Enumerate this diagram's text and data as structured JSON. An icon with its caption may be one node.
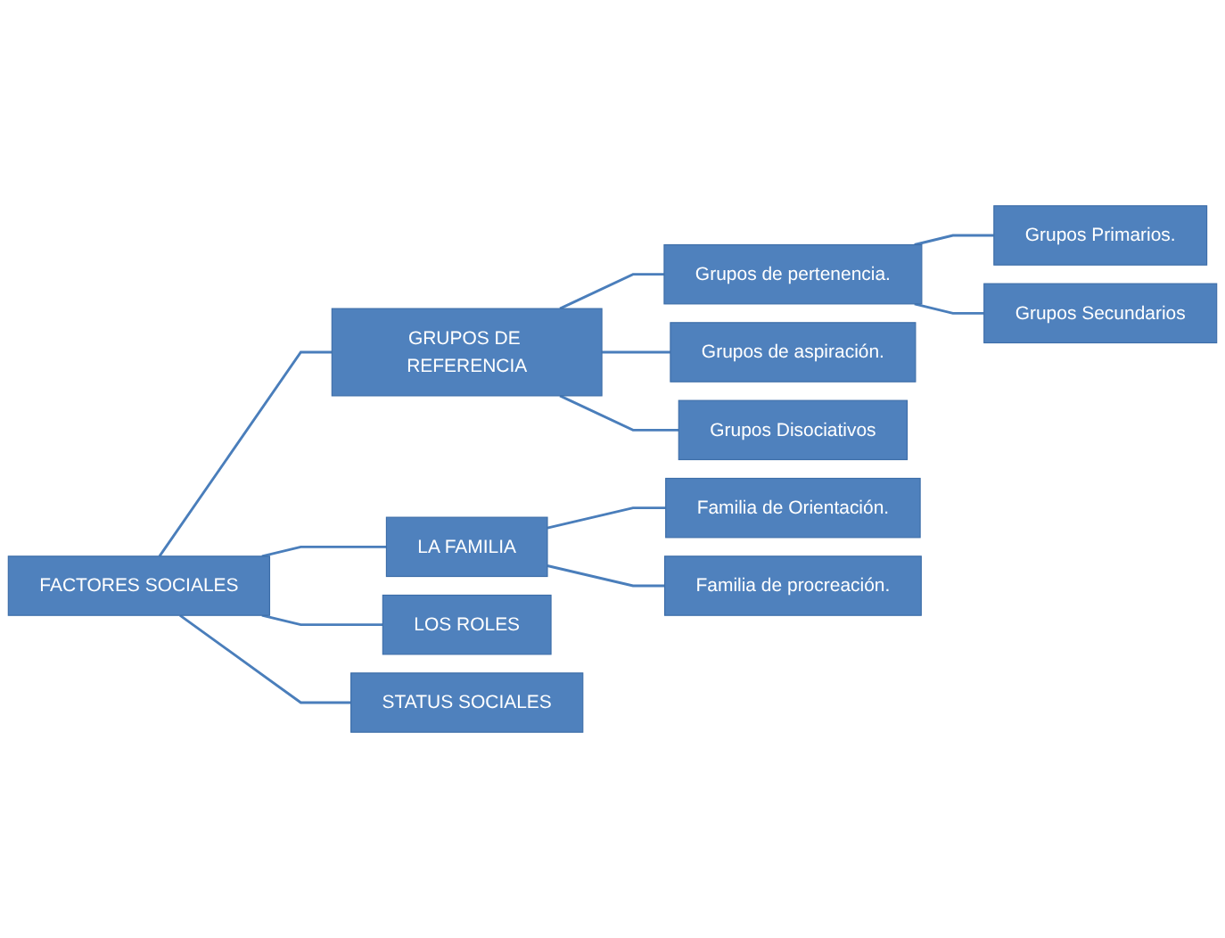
{
  "diagram": {
    "nodes": [
      {
        "text": [
          "FACTORES SOCIALES"
        ]
      },
      {
        "text": [
          "GRUPOS DE REFERENCIA"
        ]
      },
      {
        "text": [
          "Grupos de pertenencia."
        ]
      },
      {
        "text": [
          "Grupos Primarios."
        ]
      },
      {
        "text": [
          "Grupos Secundarios"
        ]
      },
      {
        "text": [
          "Grupos de aspiración."
        ]
      },
      {
        "text": [
          "Grupos Disociativos"
        ]
      },
      {
        "text": [
          "LA FAMILIA"
        ]
      },
      {
        "text": [
          "Familia de Orientación."
        ]
      },
      {
        "text": [
          "Familia de procreación."
        ]
      },
      {
        "text": [
          "LOS ROLES"
        ]
      },
      {
        "text": [
          "STATUS SOCIALES"
        ]
      }
    ],
    "edges": [
      {
        "from": 0,
        "to": 1,
        "arrow": "none"
      },
      {
        "from": 0,
        "to": 7,
        "arrow": "none"
      },
      {
        "from": 0,
        "to": 10,
        "arrow": "none"
      },
      {
        "from": 0,
        "to": 11,
        "arrow": "none"
      },
      {
        "from": 1,
        "to": 2,
        "arrow": "none"
      },
      {
        "from": 1,
        "to": 5,
        "arrow": "none"
      },
      {
        "from": 1,
        "to": 6,
        "arrow": "none"
      },
      {
        "from": 2,
        "to": 3,
        "arrow": "none"
      },
      {
        "from": 2,
        "to": 4,
        "arrow": "none"
      },
      {
        "from": 7,
        "to": 8,
        "arrow": "none"
      },
      {
        "from": 7,
        "to": 9,
        "arrow": "none"
      }
    ]
  }
}
